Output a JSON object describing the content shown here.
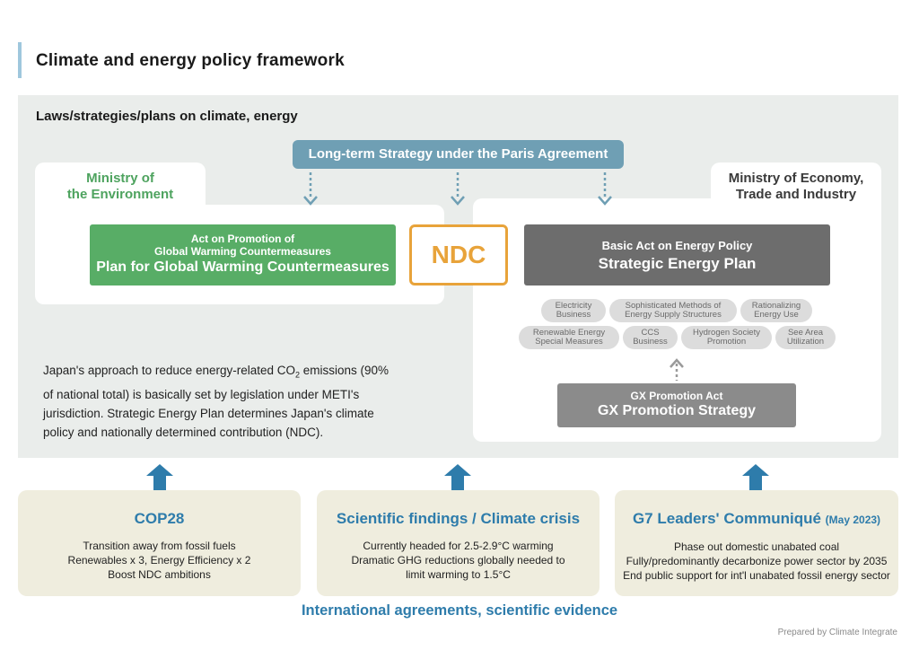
{
  "page_title": "Climate and energy policy framework",
  "section_title": "Laws/strategies/plans on climate, energy",
  "long_term_strategy": "Long-term Strategy under the Paris Agreement",
  "ministry_environment": {
    "name_line1": "Ministry of",
    "name_line2": "the Environment",
    "act": "Act on Promotion of",
    "act2": "Global Warming Countermeasures",
    "plan": "Plan for Global Warming Countermeasures"
  },
  "ndc": "NDC",
  "ministry_economy": {
    "name_line1": "Ministry of Economy,",
    "name_line2": "Trade and Industry",
    "act": "Basic Act on Energy Policy",
    "plan": "Strategic Energy Plan",
    "pills": [
      {
        "l1": "Electricity",
        "l2": "Business"
      },
      {
        "l1": "Sophisticated Methods of",
        "l2": "Energy Supply Structures"
      },
      {
        "l1": "Rationalizing",
        "l2": "Energy Use"
      },
      {
        "l1": "Renewable Energy",
        "l2": "Special Measures"
      },
      {
        "l1": "CCS",
        "l2": "Business"
      },
      {
        "l1": "Hydrogen Society",
        "l2": "Promotion"
      },
      {
        "l1": "See Area",
        "l2": "Utilization"
      }
    ],
    "gx_act": "GX Promotion Act",
    "gx_strategy": "GX Promotion Strategy"
  },
  "description": {
    "part1": "Japan's approach to reduce energy-related CO",
    "sub": "2",
    "part2": " emissions (90% of national total) is basically set by legislation under METI's jurisdiction. Strategic Energy Plan determines Japan's climate policy and nationally determined contribution (NDC)."
  },
  "cards": [
    {
      "title": "COP28",
      "title_note": "",
      "lines": [
        "Transition away from fossil fuels",
        "Renewables x 3, Energy Efficiency x 2",
        "Boost NDC ambitions"
      ]
    },
    {
      "title": "Scientific findings / Climate crisis",
      "title_note": "",
      "lines": [
        "Currently headed for 2.5-2.9°C warming",
        "Dramatic GHG reductions globally needed to",
        "limit warming to 1.5°C"
      ]
    },
    {
      "title": "G7 Leaders' Communiqué",
      "title_note": "(May 2023)",
      "lines": [
        "Phase out domestic unabated coal",
        "Fully/predominantly decarbonize power sector by 2035",
        "End public support for int'l unabated fossil energy sector"
      ]
    }
  ],
  "footer_title": "International agreements, scientific evidence",
  "credit": "Prepared by Climate Integrate",
  "colors": {
    "green": "#58ad66",
    "ndc_orange": "#e8a33a",
    "blue_accent": "#2e7cab",
    "strategy_blue": "#6f9fb4",
    "dark_grey": "#6d6d6d"
  }
}
